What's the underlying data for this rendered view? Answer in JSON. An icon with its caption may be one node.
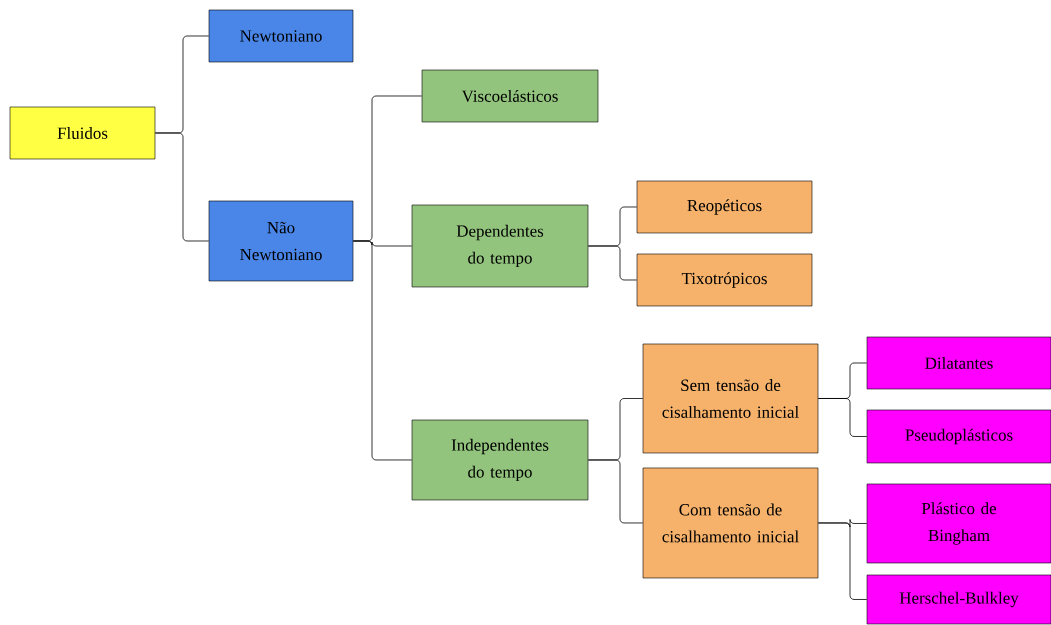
{
  "diagram": {
    "nodes": [
      {
        "text": [
          "Fluidos"
        ]
      },
      {
        "text": [
          "Newtoniano"
        ]
      },
      {
        "text": [
          "Não Newtoniano"
        ]
      },
      {
        "text": [
          "Viscoelásticos"
        ]
      },
      {
        "text": [
          "Dependentes do tempo"
        ]
      },
      {
        "text": [
          "Independentes do tempo"
        ]
      },
      {
        "text": [
          "Reopéticos"
        ]
      },
      {
        "text": [
          "Tixotrópicos"
        ]
      },
      {
        "text": [
          "Sem tensão de cisalhamento inicial"
        ]
      },
      {
        "text": [
          "Com tensão de cisalhamento inicial"
        ]
      },
      {
        "text": [
          "Dilatantes"
        ]
      },
      {
        "text": [
          "Pseudoplásticos"
        ]
      },
      {
        "text": [
          "Plástico de Bingham"
        ]
      },
      {
        "text": [
          "Herschel-Bulkley"
        ]
      }
    ],
    "edges": [
      {
        "from": 0,
        "to": 1,
        "arrow": "none"
      },
      {
        "from": 0,
        "to": 2,
        "arrow": "none"
      },
      {
        "from": 2,
        "to": 3,
        "arrow": "none"
      },
      {
        "from": 2,
        "to": 4,
        "arrow": "none"
      },
      {
        "from": 2,
        "to": 5,
        "arrow": "none"
      },
      {
        "from": 4,
        "to": 6,
        "arrow": "none"
      },
      {
        "from": 4,
        "to": 7,
        "arrow": "none"
      },
      {
        "from": 5,
        "to": 8,
        "arrow": "none"
      },
      {
        "from": 5,
        "to": 9,
        "arrow": "none"
      },
      {
        "from": 8,
        "to": 10,
        "arrow": "none"
      },
      {
        "from": 8,
        "to": 11,
        "arrow": "none"
      },
      {
        "from": 9,
        "to": 12,
        "arrow": "none"
      },
      {
        "from": 9,
        "to": 13,
        "arrow": "none"
      }
    ]
  }
}
